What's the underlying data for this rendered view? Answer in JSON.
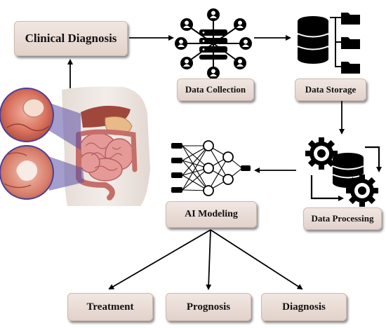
{
  "nodes": {
    "clinical": "Clinical Diagnosis",
    "collection": "Data Collection",
    "storage": "Data Storage",
    "processing": "Data Processing",
    "modeling": "AI Modeling",
    "treatment": "Treatment",
    "prognosis": "Prognosis",
    "diagnosis": "Diagnosis"
  },
  "icons": {
    "collection": "database-network-users-icon",
    "storage": "database-folders-icon",
    "processing": "database-gears-icon",
    "modeling": "neural-network-icon",
    "image": "gastrointestinal-anatomy-illustration"
  },
  "colors": {
    "label_bg": "#e8dad3",
    "arrow": "#000000"
  }
}
